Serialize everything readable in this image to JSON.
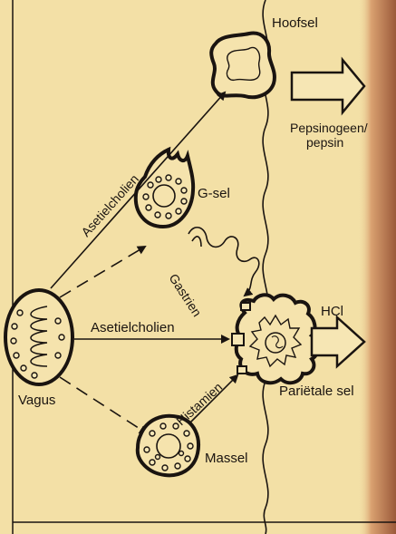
{
  "labels": {
    "hoofsel": "Hoofsel",
    "pepsinogeen_line1": "Pepsinogeen/",
    "pepsinogeen_line2": "pepsin",
    "asetielcholien_top": "Asetielcholien",
    "g_sel": "G-sel",
    "gastrien": "Gastrien",
    "asetielcholien_mid": "Asetielcholien",
    "hcl": "HCl",
    "parietale_sel": "Pariëtale sel",
    "vagus": "Vagus",
    "histamien": "Histamien",
    "massel": "Massel"
  },
  "colors": {
    "paper": "#f3e0a6",
    "ink": "#1a1410",
    "page_edge": "#c8875a"
  }
}
